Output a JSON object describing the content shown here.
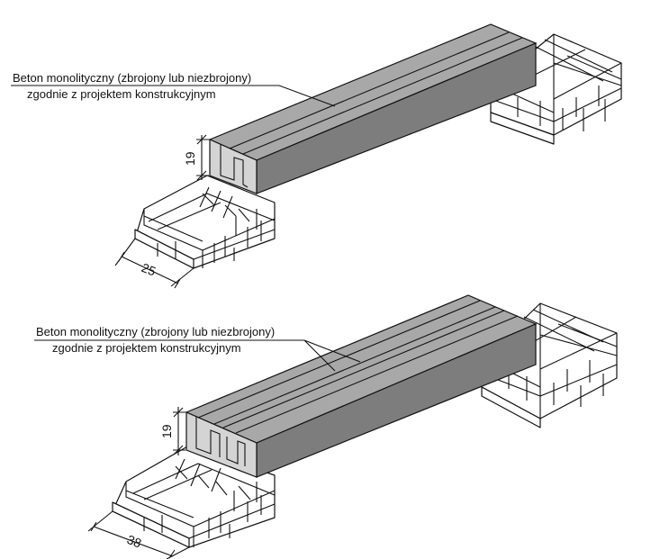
{
  "drawings": [
    {
      "label_line1": "Beton monolityczny (zbrojony lub niezbrojony)",
      "label_line2": "zgodnie z projektem konstrukcyjnym",
      "height_dim": "19",
      "width_dim": "25"
    },
    {
      "label_line1": "Beton monolityczny (zbrojony lub niezbrojony)",
      "label_line2": "zgodnie z projektem konstrukcyjnym",
      "height_dim": "19",
      "width_dim": "38"
    }
  ],
  "colors": {
    "concrete_top": "#a8a8a8",
    "concrete_side": "#7d7d7d",
    "concrete_face": "#d4d4d4",
    "brick": "#ffffff",
    "line": "#111111"
  }
}
